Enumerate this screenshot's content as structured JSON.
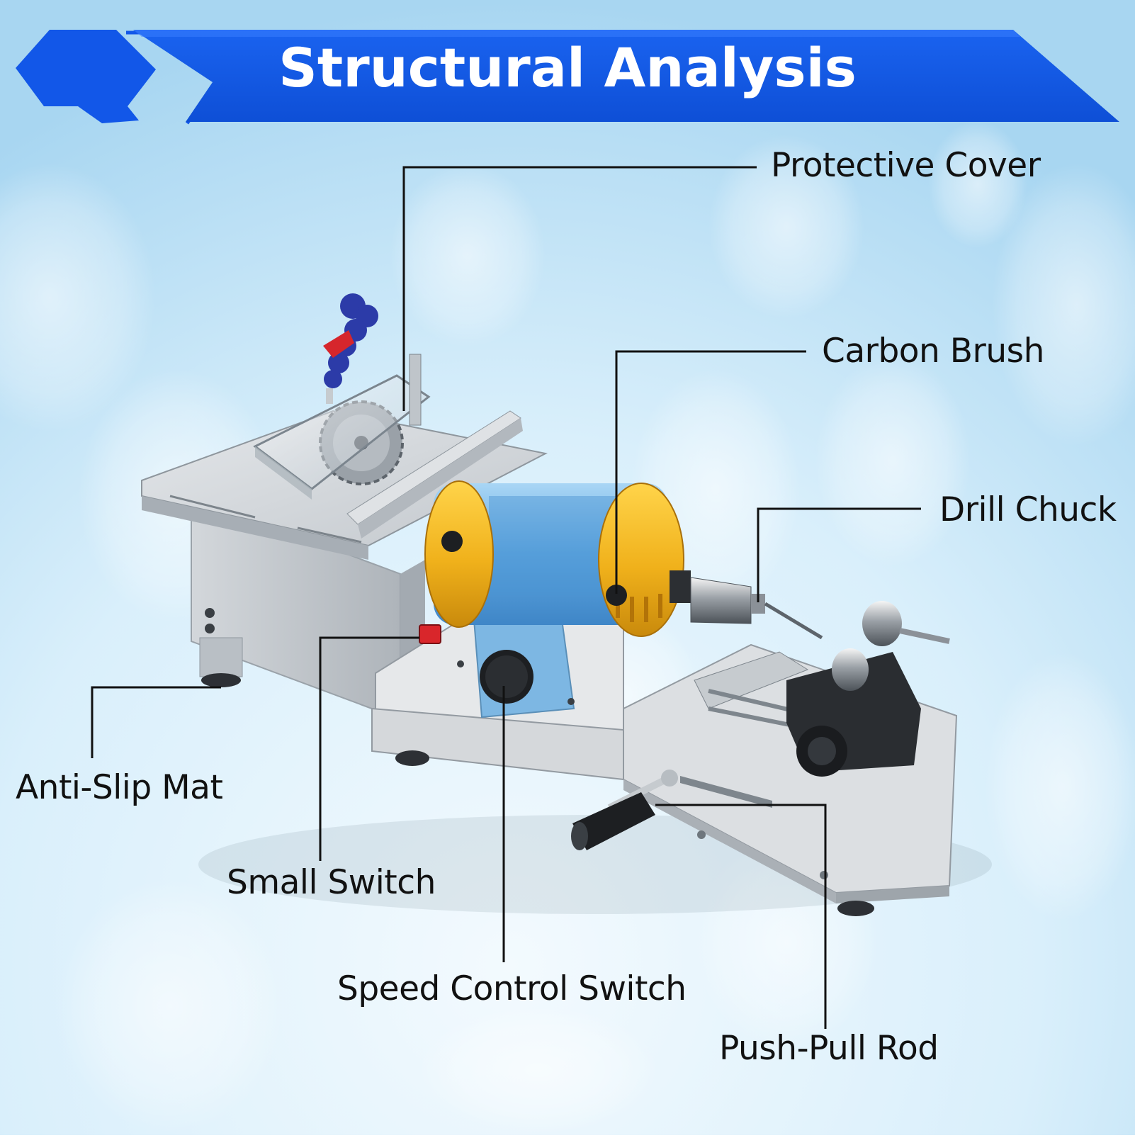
{
  "header": {
    "title": "Structural Analysis",
    "banner_color": "#1257e8"
  },
  "labels": {
    "protective_cover": "Protective Cover",
    "carbon_brush": "Carbon Brush",
    "drill_chuck": "Drill Chuck",
    "anti_slip_mat": "Anti-Slip Mat",
    "small_switch": "Small Switch",
    "speed_control_switch": "Speed Control Switch",
    "push_pull_rod": "Push-Pull Rod"
  },
  "colors": {
    "background_light": "#eef7fd",
    "background_blue": "#a9d8f2",
    "motor_yellow": "#f2b71e",
    "motor_label_blue": "#6fb2e6",
    "frame_grey": "#cdd1d5",
    "switch_red": "#d9262b"
  }
}
